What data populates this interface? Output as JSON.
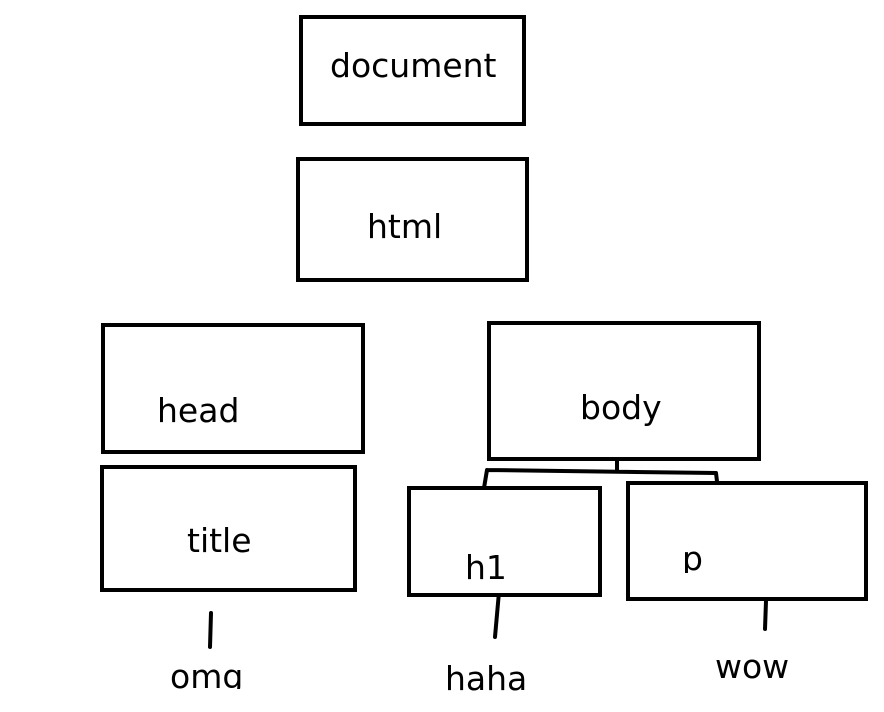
{
  "nodes": {
    "document": "document",
    "html": "html",
    "head": "head",
    "body": "body",
    "title": "title",
    "h1": "h1",
    "p": "p"
  },
  "leaves": {
    "title_text": "omg",
    "h1_text": "haha",
    "p_text": "wow"
  }
}
